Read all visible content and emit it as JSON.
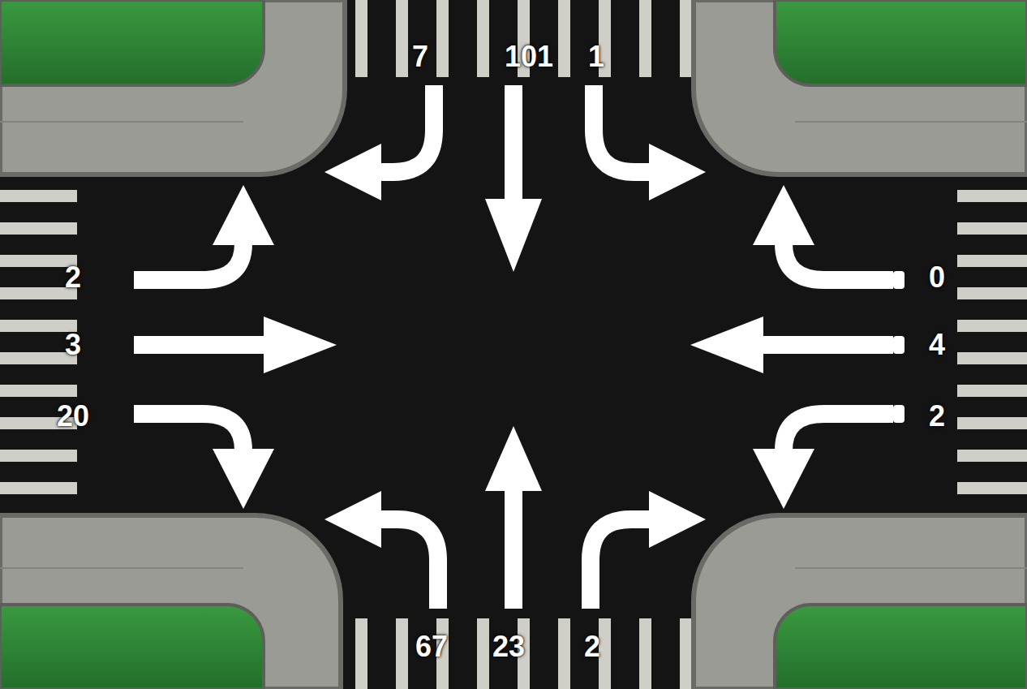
{
  "diagram": {
    "labels": [
      "7",
      "101",
      "1",
      "2",
      "0",
      "3",
      "4",
      "20",
      "2",
      "67",
      "23",
      "2"
    ]
  }
}
